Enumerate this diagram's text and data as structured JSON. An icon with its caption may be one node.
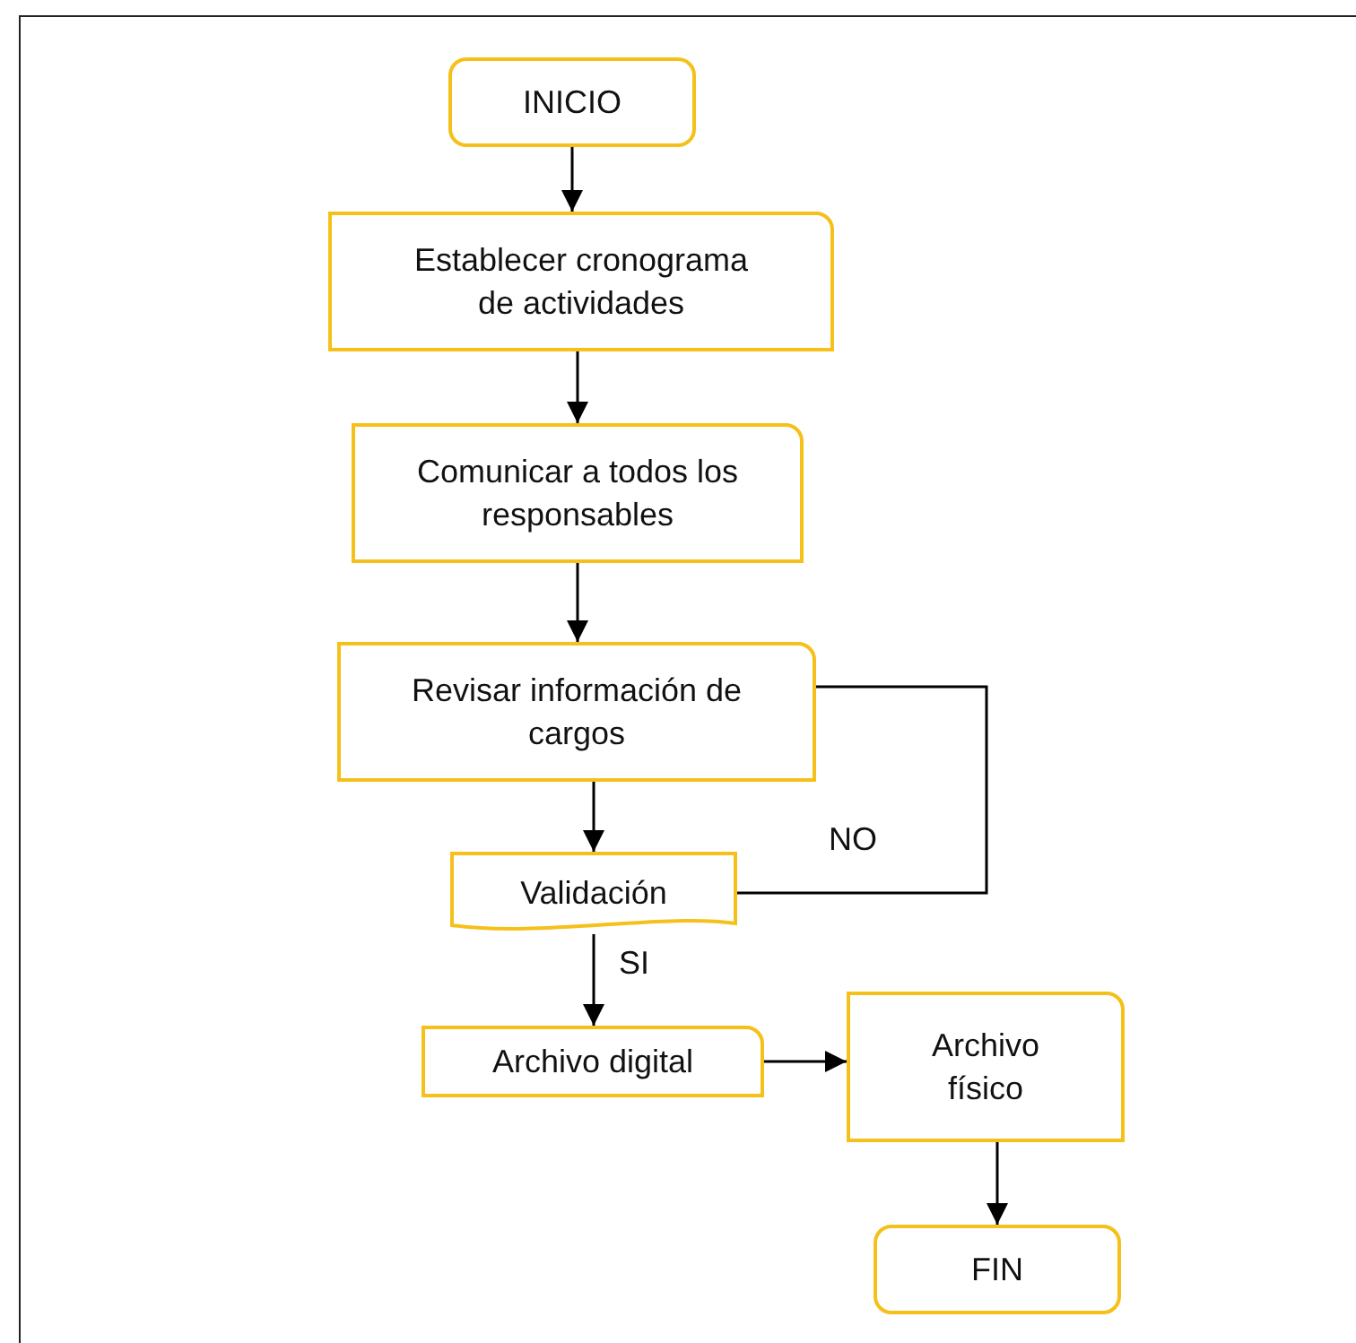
{
  "diagram": {
    "nodes": [
      {
        "text": [
          "INICIO"
        ]
      },
      {
        "text": [
          "Establecer cronograma de actividades"
        ]
      },
      {
        "text": [
          "Comunicar a todos los responsables"
        ]
      },
      {
        "text": [
          "Revisar información de cargos"
        ]
      },
      {
        "text": [
          "Validación"
        ]
      },
      {
        "text": [
          "Archivo digital"
        ]
      },
      {
        "text": [
          "Archivo físico"
        ]
      },
      {
        "text": [
          "FIN"
        ]
      }
    ],
    "edges": [
      {
        "from": 0,
        "to": 1,
        "arrow": "to"
      },
      {
        "from": 1,
        "to": 2,
        "arrow": "to"
      },
      {
        "from": 2,
        "to": 3,
        "arrow": "to"
      },
      {
        "from": 3,
        "to": 4,
        "arrow": "to"
      },
      {
        "from": 4,
        "to": 5,
        "arrow": "to",
        "label": "SI"
      },
      {
        "from": 4,
        "to": 3,
        "arrow": "none",
        "label": "NO"
      },
      {
        "from": 5,
        "to": 6,
        "arrow": "to"
      },
      {
        "from": 6,
        "to": 7,
        "arrow": "to"
      }
    ]
  }
}
